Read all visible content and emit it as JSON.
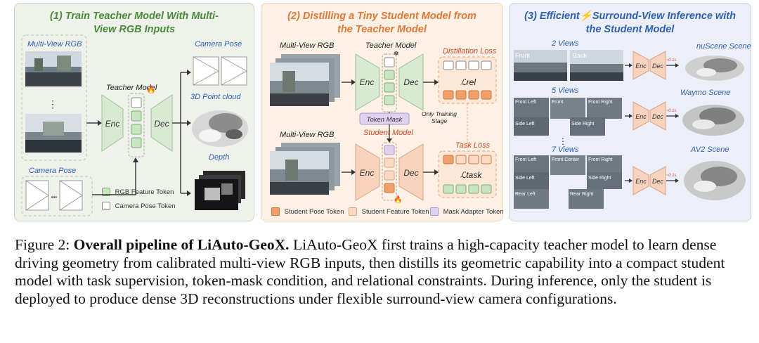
{
  "panel1": {
    "title_line1": "(1) Train Teacher Model With Multi-",
    "title_line2": "View RGB Inputs",
    "multiview_label": "Multi-View RGB",
    "camera_pose_label": "Camera Pose",
    "teacher_label": "Teacher Model",
    "enc": "Enc",
    "dec": "Dec",
    "out_camera_pose": "Camera Pose",
    "out_point_cloud": "3D Point cloud",
    "out_depth": "Depth",
    "legend_rgb": "RGB Feature Token",
    "legend_pose": "Camera Pose Token",
    "ellipsis": "⋮",
    "dots": "•••"
  },
  "panel2": {
    "title_line1": "(2) Distilling a Tiny Student Model from",
    "title_line2": "the Teacher Model",
    "multiview_top": "Multi-View RGB",
    "multiview_bottom": "Multi-View RGB",
    "teacher_label": "Teacher Model",
    "student_label": "Student Model",
    "enc": "Enc",
    "dec": "Dec",
    "distill_loss": "Distillation Loss",
    "task_loss": "Task Loss",
    "l_rel": "ℒrel",
    "l_task": "ℒtask",
    "token_mask": "Token Mask",
    "only_training_1": "Only Training",
    "only_training_2": "Stage",
    "legend_student_pose": "Student Pose Token",
    "legend_student_feature": "Student Feature Token",
    "legend_mask_adapter": "Mask Adapter Token"
  },
  "panel3": {
    "title_line1": "(3) Efficient",
    "title_line1b": "Surround-View Inference with",
    "title_line2": "the Student Model",
    "two_views": "2 Views",
    "five_views": "5 Views",
    "seven_views": "7 Views",
    "nuscene": "nuScene Scene",
    "waymo": "Waymo Scene",
    "av2": "AV2 Scene",
    "enc": "Enc",
    "dec": "Dec",
    "time": "~0.1s",
    "cam_front": "Front",
    "cam_back": "Back",
    "cam_front_left": "Front Left",
    "cam_front_right": "Front Right",
    "cam_front_center": "Front Center",
    "cam_side_left": "Side Left",
    "cam_side_right": "Side Right",
    "cam_rear_left": "Rear Left",
    "cam_rear_right": "Rear Right",
    "ellipsis": "⋮"
  },
  "caption": {
    "figure_label": "Figure 2:",
    "bold_title": "Overall pipeline of LiAuto-GeoX.",
    "text": "LiAuto-GeoX first trains a high-capacity teacher model to learn dense driving geometry from calibrated multi-view RGB inputs, then distills its geometric capability into a compact student model with task supervision, token-mask condition, and relational constraints. During inference, only the student is deployed to produce dense 3D reconstructions under flexible surround-view camera configurations."
  },
  "colors": {
    "green_title": "#4a8a3a",
    "orange_title": "#e0783a",
    "blue_title": "#2f5fb3",
    "teacher_token": "#c8e6c0",
    "student_pose_token": "#f2a06a",
    "student_feature_token": "#fbd9c3",
    "mask_adapter_token": "#ddd3f1",
    "enc_green": "#d9ead3",
    "enc_orange": "#f7d2bd"
  }
}
